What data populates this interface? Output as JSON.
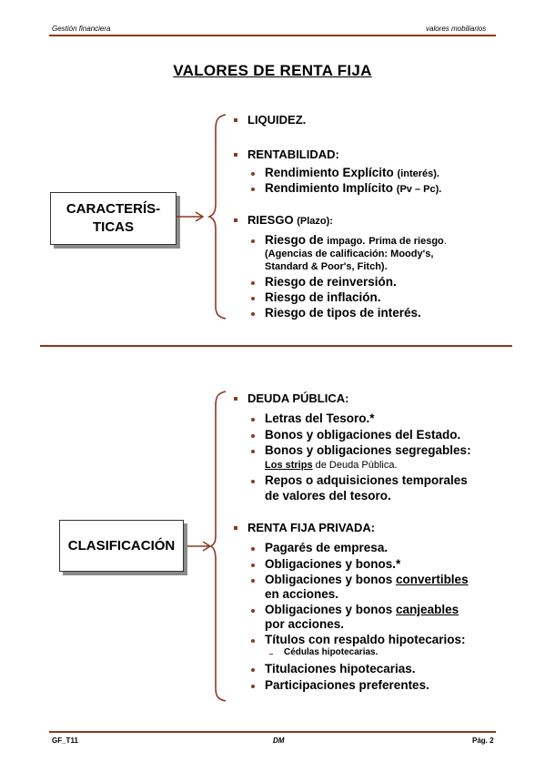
{
  "header": {
    "left": "Gestión financiera",
    "right": "valores mobiliarios"
  },
  "title": "VALORES DE RENTA FIJA",
  "section1": {
    "box_line1": "CARACTERÍS-",
    "box_line2": "TICAS",
    "liquidez": "LIQUIDEZ.",
    "rentabilidad": "RENTABILIDAD:",
    "rend_explicito": "Rendimiento Explícito",
    "rend_explicito_note": "(interés).",
    "rend_implicito": "Rendimiento Implícito",
    "rend_implicito_note": "(Pv – Pc).",
    "riesgo": "RIESGO",
    "riesgo_note": "(Plazo):",
    "riesgo_impago_a": "Riesgo de",
    "riesgo_impago_b": "impago.",
    "riesgo_impago_c": "Prima de riesgo",
    "riesgo_impago_d": ".",
    "agencias_1": "(Agencias de calificación: Moody's,",
    "agencias_2": "Standard & Poor's, Fitch).",
    "reinversion": "Riesgo de reinversión.",
    "inflacion": "Riesgo de inflación.",
    "tipos": "Riesgo de tipos de interés."
  },
  "section2": {
    "box_label": "CLASIFICACIÓN",
    "deuda_publica": "DEUDA PÚBLICA:",
    "letras": "Letras del Tesoro.*",
    "bonos_estado": "Bonos y obligaciones del Estado.",
    "bonos_segregables": "Bonos y obligaciones segregables:",
    "strips_a": "Los strips",
    "strips_b": "de Deuda Pública.",
    "repos_1": "Repos o adquisiciones temporales",
    "repos_2": "de valores del tesoro.",
    "privada": "RENTA FIJA PRIVADA:",
    "pagares": "Pagarés de empresa.",
    "obligaciones": "Obligaciones y bonos.*",
    "convertibles_a": "Obligaciones y bonos",
    "convertibles_b": "convertibles",
    "convertibles_c": "en acciones.",
    "canjeables_a": "Obligaciones y bonos",
    "canjeables_b": "canjeables",
    "canjeables_c": "por acciones.",
    "hipotecarios": "Títulos con respaldo hipotecarios:",
    "cedulas": "Cédulas hipotecarias.",
    "titulaciones": "Titulaciones hipotecarias.",
    "participaciones": "Participaciones preferentes."
  },
  "footer": {
    "left": "GF_T11",
    "center": "DM",
    "right": "Pág. 2"
  },
  "colors": {
    "accent": "#8b3a1f",
    "shadow": "#8a8a8a"
  }
}
